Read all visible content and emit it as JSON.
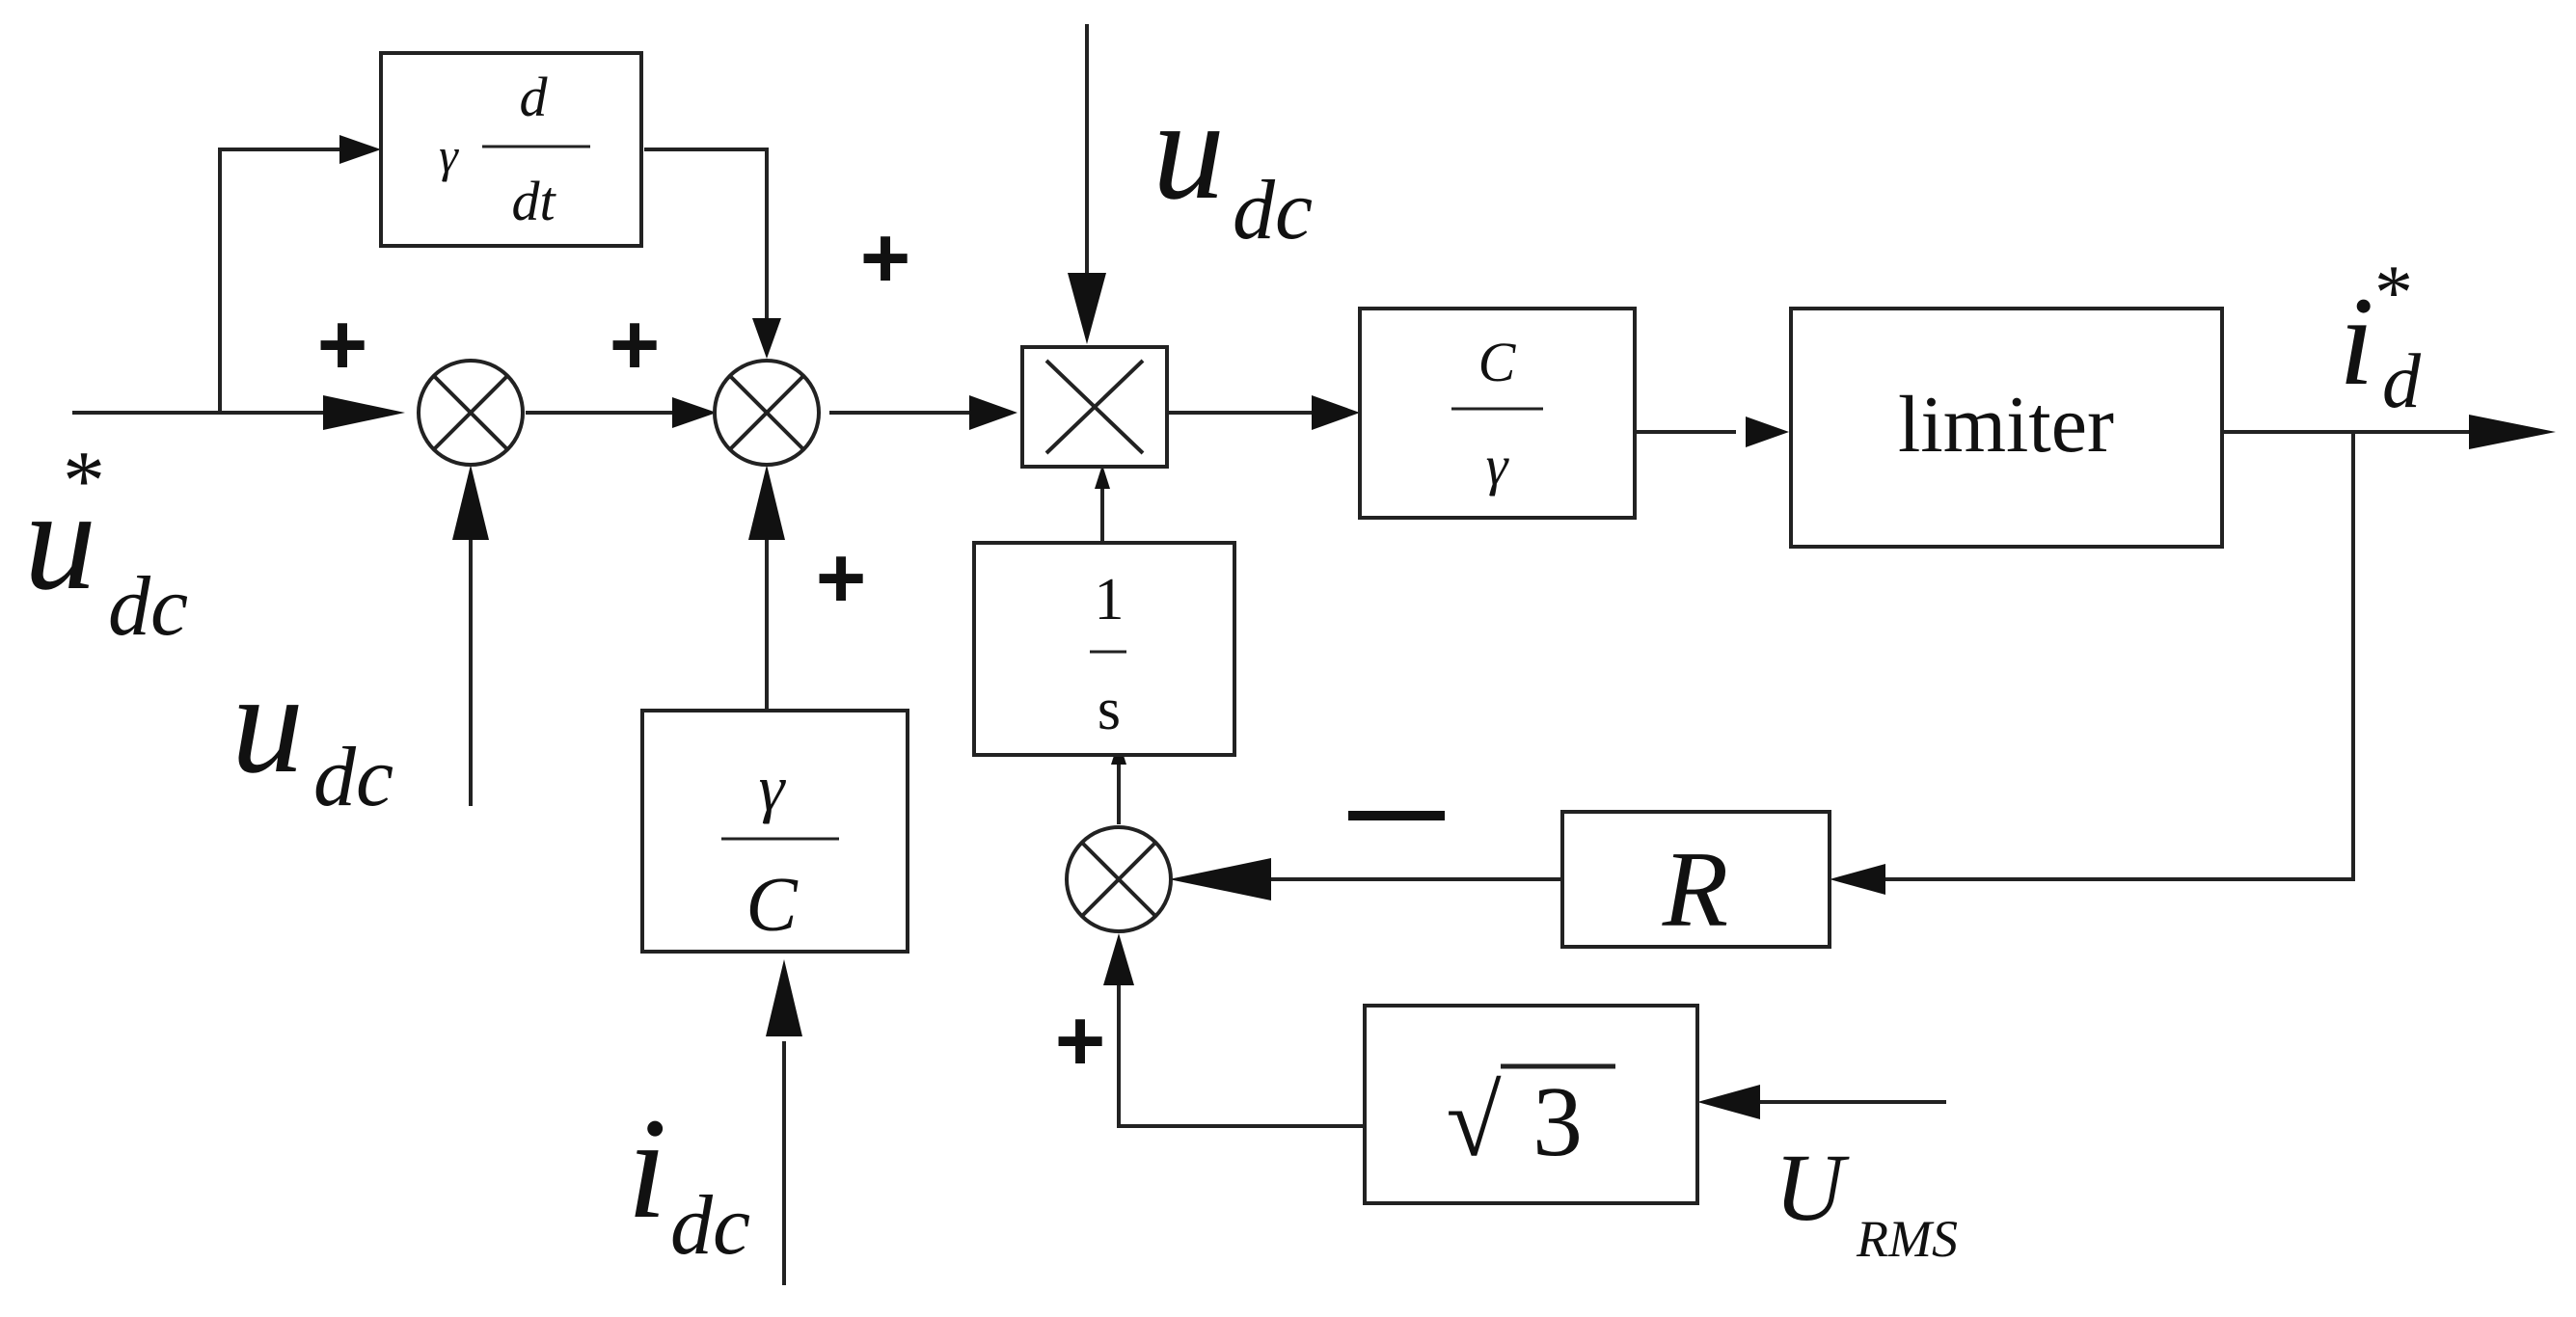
{
  "blocks": {
    "derivative": {
      "gain": "γ",
      "num": "d",
      "den": "dt"
    },
    "c_over_gamma": {
      "num": "C",
      "den": "γ"
    },
    "limiter": {
      "label": "limiter"
    },
    "integrator": {
      "num": "1",
      "den": "s"
    },
    "gamma_over_c": {
      "num": "γ",
      "den": "C"
    },
    "resistance": {
      "label": "R"
    },
    "sqrt3": {
      "radical": "√",
      "value": "3"
    }
  },
  "signals": {
    "udc_ref": {
      "base": "u",
      "sub": "dc",
      "sup": "*"
    },
    "udc_left": {
      "base": "u",
      "sub": "dc"
    },
    "udc_top": {
      "base": "u",
      "sub": "dc"
    },
    "idc": {
      "base": "i",
      "sub": "dc"
    },
    "id_ref": {
      "base": "i",
      "sub": "d",
      "sup": "*"
    },
    "urms": {
      "base": "U",
      "sub": "RMS"
    }
  },
  "signs": {
    "s1_in": "+",
    "s2_in": "+",
    "s2_top": "+",
    "s2_bottom": "+",
    "s4_r": "—",
    "s4_bottom": "+"
  }
}
